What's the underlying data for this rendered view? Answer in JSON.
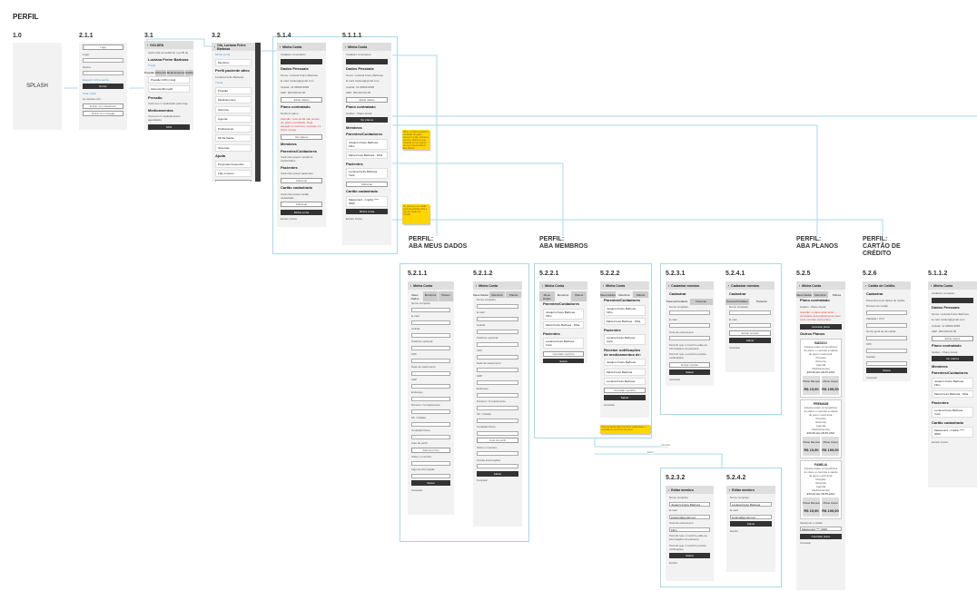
{
  "page_title": "PERFIL",
  "sections": {
    "meus_dados": "PERFIL:\nABA MEUS DADOS",
    "membros": "PERFIL:\nABA MEMBROS",
    "planos": "PERFIL:\nABA PLANOS",
    "cartao": "PERFIL:\nCARTÃO DE CRÉDITO"
  },
  "connector_labels": [
    "Cancelar",
    "Editar"
  ],
  "notes": [
    "Para o usuário acessar o conteúdo do plano deverá ir à loja, efetuar a compra. Observar que clicando em ver planos ele será direcionado à aba planos.",
    "Ao clicar em um cartão será direcionado para a tela de Cartão de Crédito.",
    "Texto de ajuda para membros cadastrados e exclusão de membros do plano."
  ],
  "accent": "#a8d8ea",
  "screens": [
    {
      "id": "1.0",
      "splash": "SPLASH",
      "items": []
    },
    {
      "id": "2.1.1",
      "items": [
        [
          "btn",
          "Logo"
        ],
        [
          "p",
          "Login"
        ],
        [
          "fld",
          ""
        ],
        [
          "p",
          "Senha"
        ],
        [
          "fld",
          ""
        ],
        [
          "link",
          "Esqueci minha senha"
        ],
        [
          "dark",
          "Entrar"
        ],
        [
          "link",
          "Criar conta"
        ],
        [
          "p",
          "ou acesse com"
        ],
        [
          "btn",
          "Entrar com Facebook"
        ],
        [
          "btn",
          "Entrar com Google"
        ]
      ]
    },
    {
      "id": "3.1",
      "header": "GOLDEN",
      "items": [
        [
          "p",
          "Você está consultando o perfil de"
        ],
        [
          "h",
          "Luciana Freire Barbosa"
        ],
        [
          "link",
          "Trocar"
        ],
        [
          "tabs",
          "Pressão|Glicemia|Medicamentos|Saúde",
          0
        ],
        [
          "row",
          "Pressão 12/8 mmHg"
        ],
        [
          "row",
          "Glicemia 98 mg/dl"
        ],
        [
          "h",
          "Pressão"
        ],
        [
          "p",
          "Você tem 1 medicação para hoje"
        ],
        [
          "h",
          "Medicamentos"
        ],
        [
          "p",
          "Você tem 2 medicamentos agendados"
        ],
        [
          "dark",
          "SOS"
        ]
      ]
    },
    {
      "id": "3.2",
      "header": "Olá, Luciana Freire Barbosa",
      "items": [
        [
          "link",
          "Minha conta"
        ],
        [
          "row",
          "Membros"
        ],
        [
          "h",
          "Perfil paciente ativo"
        ],
        [
          "p",
          "Luciana Freire Barbosa"
        ],
        [
          "link",
          "Trocar"
        ],
        [
          "row",
          "Pressão"
        ],
        [
          "row",
          "Medicamentos"
        ],
        [
          "row",
          "Glicemia"
        ],
        [
          "row",
          "Agenda"
        ],
        [
          "row",
          "Profissionais"
        ],
        [
          "row",
          "Minha Saúde"
        ],
        [
          "row",
          "Sintomas"
        ],
        [
          "h",
          "Ajuda"
        ],
        [
          "row",
          "Perguntas frequentes"
        ],
        [
          "row",
          "Fale conosco"
        ],
        [
          "btn",
          "Sair"
        ]
      ]
    },
    {
      "id": "5.1.4",
      "header": "Minha Conta",
      "items": [
        [
          "p",
          "Cadastro incompleto"
        ],
        [
          "dark",
          ""
        ],
        [
          "h",
          "Dados Pessoais"
        ],
        [
          "p",
          "Nome: Luciana Freire Barbosa"
        ],
        [
          "p",
          "E-mail: luciana@gmail.com"
        ],
        [
          "p",
          "Celular: 11 99999-9999"
        ],
        [
          "p",
          "CEP: 000.000.00-00"
        ],
        [
          "btn",
          "Editar dados"
        ],
        [
          "h",
          "Plano contratado"
        ],
        [
          "p",
          "Nenhum plano"
        ],
        [
          "red",
          "Atenção: você ainda não possui um plano contratado. Para acessar os recursos, contrate um plano na loja."
        ],
        [
          "btn",
          "Ver planos"
        ],
        [
          "h",
          "Membros"
        ],
        [
          "h",
          "Parentes/Cuidadores"
        ],
        [
          "p",
          "Você não possui membros cadastrados"
        ],
        [
          "h",
          "Pacientes"
        ],
        [
          "p",
          "Você não possui pacientes"
        ],
        [
          "btn",
          "Adicionar"
        ],
        [
          "h",
          "Cartão cadastrado"
        ],
        [
          "p",
          "Você não possui cartão cadastrado"
        ],
        [
          "btn",
          "Adicionar"
        ],
        [
          "dark",
          "Minha conta"
        ],
        [
          "p",
          "Excluir Conta"
        ]
      ]
    },
    {
      "id": "5.1.1.1",
      "header": "Minha Conta",
      "items": [
        [
          "p",
          "Cadastro incompleto"
        ],
        [
          "dark",
          ""
        ],
        [
          "h",
          "Dados Pessoais"
        ],
        [
          "p",
          "Nome: Luciana Freire Barbosa"
        ],
        [
          "p",
          "E-mail: luciana@gmail.com"
        ],
        [
          "p",
          "Celular: 11 99999-9999"
        ],
        [
          "p",
          "CEP: 000.000.00-00"
        ],
        [
          "btn",
          "Editar dados"
        ],
        [
          "h",
          "Plano contratado"
        ],
        [
          "p",
          "Golden - Plano Anual"
        ],
        [
          "dark",
          "Ver planos"
        ],
        [
          "h",
          "Membros"
        ],
        [
          "h",
          "Parentes/Cuidadores"
        ],
        [
          "row",
          "Joaquim Freire Barbosa · Filho"
        ],
        [
          "row",
          "Maria Freire Barbosa · Filha"
        ],
        [
          "h",
          "Pacientes"
        ],
        [
          "row",
          "Luciana Freire Barbosa · Você"
        ],
        [
          "btn",
          "Adicionar"
        ],
        [
          "h",
          "Cartão cadastrado"
        ],
        [
          "row",
          "Mastercard - Crédito **** 0000"
        ],
        [
          "dark",
          "Minha conta"
        ],
        [
          "p",
          "Excluir Conta"
        ]
      ]
    },
    {
      "id": "5.2.1.1",
      "header": "Minha Conta",
      "items": [
        [
          "tabs",
          "Meus Dados|Membros|Planos",
          0
        ],
        [
          "p",
          "Nome completo"
        ],
        [
          "fld",
          ""
        ],
        [
          "p",
          "E-mail"
        ],
        [
          "fld",
          ""
        ],
        [
          "p",
          "Celular"
        ],
        [
          "fld",
          ""
        ],
        [
          "p",
          "Telefone opcional"
        ],
        [
          "fld",
          ""
        ],
        [
          "p",
          "CPF"
        ],
        [
          "fld",
          ""
        ],
        [
          "p",
          "Data de nascimento"
        ],
        [
          "fld",
          ""
        ],
        [
          "p",
          "CEP"
        ],
        [
          "fld",
          ""
        ],
        [
          "p",
          "Endereço"
        ],
        [
          "fld",
          ""
        ],
        [
          "p",
          "Número / Complemento"
        ],
        [
          "fld",
          ""
        ],
        [
          "p",
          "UF / Cidade"
        ],
        [
          "fld",
          ""
        ],
        [
          "p",
          "Condição física"
        ],
        [
          "fld",
          ""
        ],
        [
          "p",
          "Foto do perfil"
        ],
        [
          "btn",
          "Adicionar foto"
        ],
        [
          "p",
          "Sobre o membro"
        ],
        [
          "fld",
          ""
        ],
        [
          "p",
          "Alguma informação"
        ],
        [
          "fld",
          ""
        ],
        [
          "dark",
          "Salvar"
        ],
        [
          "p",
          "Cancelar"
        ]
      ]
    },
    {
      "id": "5.2.1.2",
      "header": "Minha Conta",
      "items": [
        [
          "tabs",
          "Meus Dados|Membros|Planos",
          0
        ],
        [
          "p",
          "Nome completo"
        ],
        [
          "fld",
          ""
        ],
        [
          "p",
          "E-mail"
        ],
        [
          "fld",
          ""
        ],
        [
          "p",
          "Celular"
        ],
        [
          "fld",
          ""
        ],
        [
          "p",
          "Telefone opcional"
        ],
        [
          "fld",
          ""
        ],
        [
          "p",
          "CPF"
        ],
        [
          "fld",
          ""
        ],
        [
          "p",
          "Data de nascimento"
        ],
        [
          "fld",
          ""
        ],
        [
          "p",
          "CEP"
        ],
        [
          "fld",
          ""
        ],
        [
          "p",
          "Endereço"
        ],
        [
          "fld",
          ""
        ],
        [
          "p",
          "Número / Complemento"
        ],
        [
          "fld",
          ""
        ],
        [
          "p",
          "UF / Cidade"
        ],
        [
          "fld",
          ""
        ],
        [
          "p",
          "Condição física"
        ],
        [
          "fld",
          ""
        ],
        [
          "btn",
          "Foto do perfil"
        ],
        [
          "p",
          "Sobre o membro"
        ],
        [
          "fld",
          ""
        ],
        [
          "p",
          "Outras informações"
        ],
        [
          "fld",
          ""
        ],
        [
          "dark",
          "Salvar"
        ],
        [
          "p",
          "Cancelar"
        ]
      ]
    },
    {
      "id": "5.2.2.1",
      "header": "Minha Conta",
      "items": [
        [
          "tabs",
          "Meus Dados|Membros|Planos",
          1
        ],
        [
          "h",
          "Parentes/Cuidadores"
        ],
        [
          "row",
          "Joaquim Freire Barbosa · Filho"
        ],
        [
          "row",
          "Maria Freire Barbosa · Filha"
        ],
        [
          "h",
          "Pacientes"
        ],
        [
          "row",
          "Luciana Freire Barbosa · Você"
        ],
        [
          "btn",
          "Convidar membro"
        ],
        [
          "dark",
          "Salvar"
        ],
        [
          "p",
          "Cancelar"
        ]
      ]
    },
    {
      "id": "5.2.2.2",
      "header": "Minha Conta",
      "items": [
        [
          "tabs",
          "Meus Dados|Membros|Planos",
          1
        ],
        [
          "h",
          "Parentes/Cuidadores"
        ],
        [
          "row",
          "Joaquim Freire Barbosa · Filho"
        ],
        [
          "row",
          "Maria Freire Barbosa · Filha"
        ],
        [
          "h",
          "Pacientes"
        ],
        [
          "row",
          "Luciana Freire Barbosa · Você"
        ],
        [
          "h",
          "Receber notificações de medicamentos de:"
        ],
        [
          "row",
          "Joaquim Freire Barbosa"
        ],
        [
          "row",
          "Maria Freire Barbosa"
        ],
        [
          "row",
          "Luciana Freire Barbosa"
        ],
        [
          "btn",
          "Convidar membro"
        ],
        [
          "dark",
          "Salvar"
        ],
        [
          "p",
          "Cancelar"
        ]
      ]
    },
    {
      "id": "5.2.3.1",
      "header": "Cadastrar membro",
      "items": [
        [
          "h",
          "Cadastrar"
        ],
        [
          "tabs",
          "Parente/Cuidador|Paciente",
          0
        ],
        [
          "p",
          "Nome completo"
        ],
        [
          "fld",
          ""
        ],
        [
          "p",
          "E-mail"
        ],
        [
          "fld",
          ""
        ],
        [
          "p",
          "Grau de parentesco"
        ],
        [
          "fld",
          ""
        ],
        [
          "p",
          "Permitir que o membro edite as informações do paciente"
        ],
        [
          "p",
          "Permitir que o membro receba notificações"
        ],
        [
          "btn",
          "Enviar convite"
        ],
        [
          "dark",
          "Salvar"
        ],
        [
          "p",
          "Cancelar"
        ]
      ]
    },
    {
      "id": "5.2.4.1",
      "header": "Cadastrar membro",
      "items": [
        [
          "h",
          "Cadastrar"
        ],
        [
          "tabs",
          "Parente/Cuidador|Paciente",
          1
        ],
        [
          "p",
          "Nome completo"
        ],
        [
          "fld",
          ""
        ],
        [
          "p",
          "E-mail"
        ],
        [
          "fld",
          ""
        ],
        [
          "btn",
          "Enviar convite"
        ],
        [
          "dark",
          "Salvar"
        ],
        [
          "p",
          "Cancelar"
        ]
      ]
    },
    {
      "id": "5.2.3.2",
      "header": "Editar membro",
      "items": [
        [
          "p",
          "Nome completo"
        ],
        [
          "fld",
          "Joaquim Freire Barbosa"
        ],
        [
          "p",
          "E-mail"
        ],
        [
          "fld",
          "joaquim@gmail.com"
        ],
        [
          "p",
          "Grau de parentesco"
        ],
        [
          "fld",
          "Filho"
        ],
        [
          "p",
          "Permitir que o membro edite as informações do paciente"
        ],
        [
          "p",
          "Permitir que o membro receba notificações"
        ],
        [
          "dark",
          "Salvar"
        ],
        [
          "p",
          "Excluir"
        ]
      ]
    },
    {
      "id": "5.2.4.2",
      "header": "Editar membro",
      "items": [
        [
          "p",
          "Nome completo"
        ],
        [
          "fld",
          "Luciana Freire Barbosa"
        ],
        [
          "p",
          "E-mail"
        ],
        [
          "fld",
          "luciana@gmail.com"
        ],
        [
          "dark",
          "Salvar"
        ],
        [
          "p",
          "Excluir"
        ]
      ]
    },
    {
      "id": "5.2.5",
      "header": "Minha Conta",
      "items": [
        [
          "tabs",
          "Meus Dados|Membros|Planos",
          2
        ],
        [
          "h",
          "Plano contratado"
        ],
        [
          "p",
          "Golden - Plano Anual"
        ],
        [
          "red",
          "Atenção: o plano atual será cancelado automaticamente caso você contrate outro plano."
        ],
        [
          "dark",
          "Cancelar plano"
        ],
        [
          "h",
          "Outros Planos"
        ],
        [
          "plan",
          "BÁSICO"
        ],
        [
          "plan",
          "PREMIUM"
        ],
        [
          "plan",
          "FAMÍLIA"
        ],
        [
          "p",
          "Selecione o cartão"
        ],
        [
          "fld",
          "Mastercard **** 0000"
        ],
        [
          "dark",
          "Contratar plano"
        ],
        [
          "p",
          "Cancelar"
        ]
      ]
    },
    {
      "id": "5.2.6",
      "header": "Cartão de Crédito",
      "items": [
        [
          "h",
          "Cadastrar"
        ],
        [
          "p",
          "Preencha seus dados de cartão"
        ],
        [
          "p",
          "Número do cartão"
        ],
        [
          "fld",
          ""
        ],
        [
          "p",
          "Validade / CVV"
        ],
        [
          "fld",
          ""
        ],
        [
          "p",
          "Nome igual ao do cartão"
        ],
        [
          "fld",
          ""
        ],
        [
          "p",
          "CPF"
        ],
        [
          "fld",
          ""
        ],
        [
          "p",
          "Apelido"
        ],
        [
          "fld",
          ""
        ],
        [
          "dark",
          "Salvar"
        ],
        [
          "p",
          "Cancelar"
        ]
      ]
    },
    {
      "id": "5.1.1.2",
      "header": "Minha Conta",
      "items": [
        [
          "p",
          "Cadastro completo"
        ],
        [
          "dark",
          ""
        ],
        [
          "h",
          "Dados Pessoais"
        ],
        [
          "p",
          "Nome: Luciana Freire Barbosa"
        ],
        [
          "p",
          "E-mail: luciana@gmail.com"
        ],
        [
          "p",
          "Celular: 11 99999-9999"
        ],
        [
          "p",
          "CEP: 000.000.00-00"
        ],
        [
          "btn",
          "Editar dados"
        ],
        [
          "h",
          "Plano contratado"
        ],
        [
          "p",
          "Golden - Plano Anual"
        ],
        [
          "dark",
          "Ver planos"
        ],
        [
          "h",
          "Membros"
        ],
        [
          "h",
          "Parentes/Cuidadores"
        ],
        [
          "row",
          "Joaquim Freire Barbosa · Filho"
        ],
        [
          "row",
          "Maria Freire Barbosa · Filha"
        ],
        [
          "h",
          "Pacientes"
        ],
        [
          "row",
          "Luciana Freire Barbosa · Você"
        ],
        [
          "h",
          "Cartão cadastrado"
        ],
        [
          "row",
          "Mastercard - Crédito **** 0000"
        ],
        [
          "p",
          "Excluir Conta"
        ]
      ]
    }
  ],
  "plan_card": {
    "text": "Acesse todos os benefícios do plano e controle a saúde de quem você ama.",
    "features": [
      "Pressão",
      "Glicemia",
      "Agenda",
      "Medicamentos"
    ],
    "pick": "ESCOLHA UM PLANO",
    "options": [
      "Plano Mensal",
      "Plano Anual"
    ],
    "prices": [
      "R$ 19,90",
      "R$ 199,90"
    ]
  }
}
